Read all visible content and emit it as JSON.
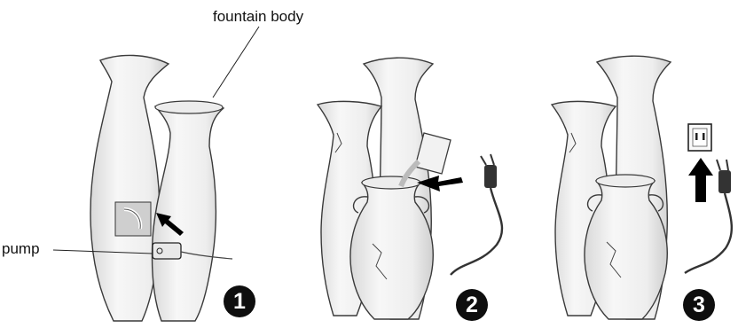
{
  "labels": {
    "fountain_body": "fountain body",
    "pump": "pump"
  },
  "steps": [
    "1",
    "2",
    "3"
  ],
  "colors": {
    "line": "#3a3a3a",
    "badge": "#0e0e0e",
    "vase_fill": "#f3f3f3",
    "shade": "#dedede"
  }
}
